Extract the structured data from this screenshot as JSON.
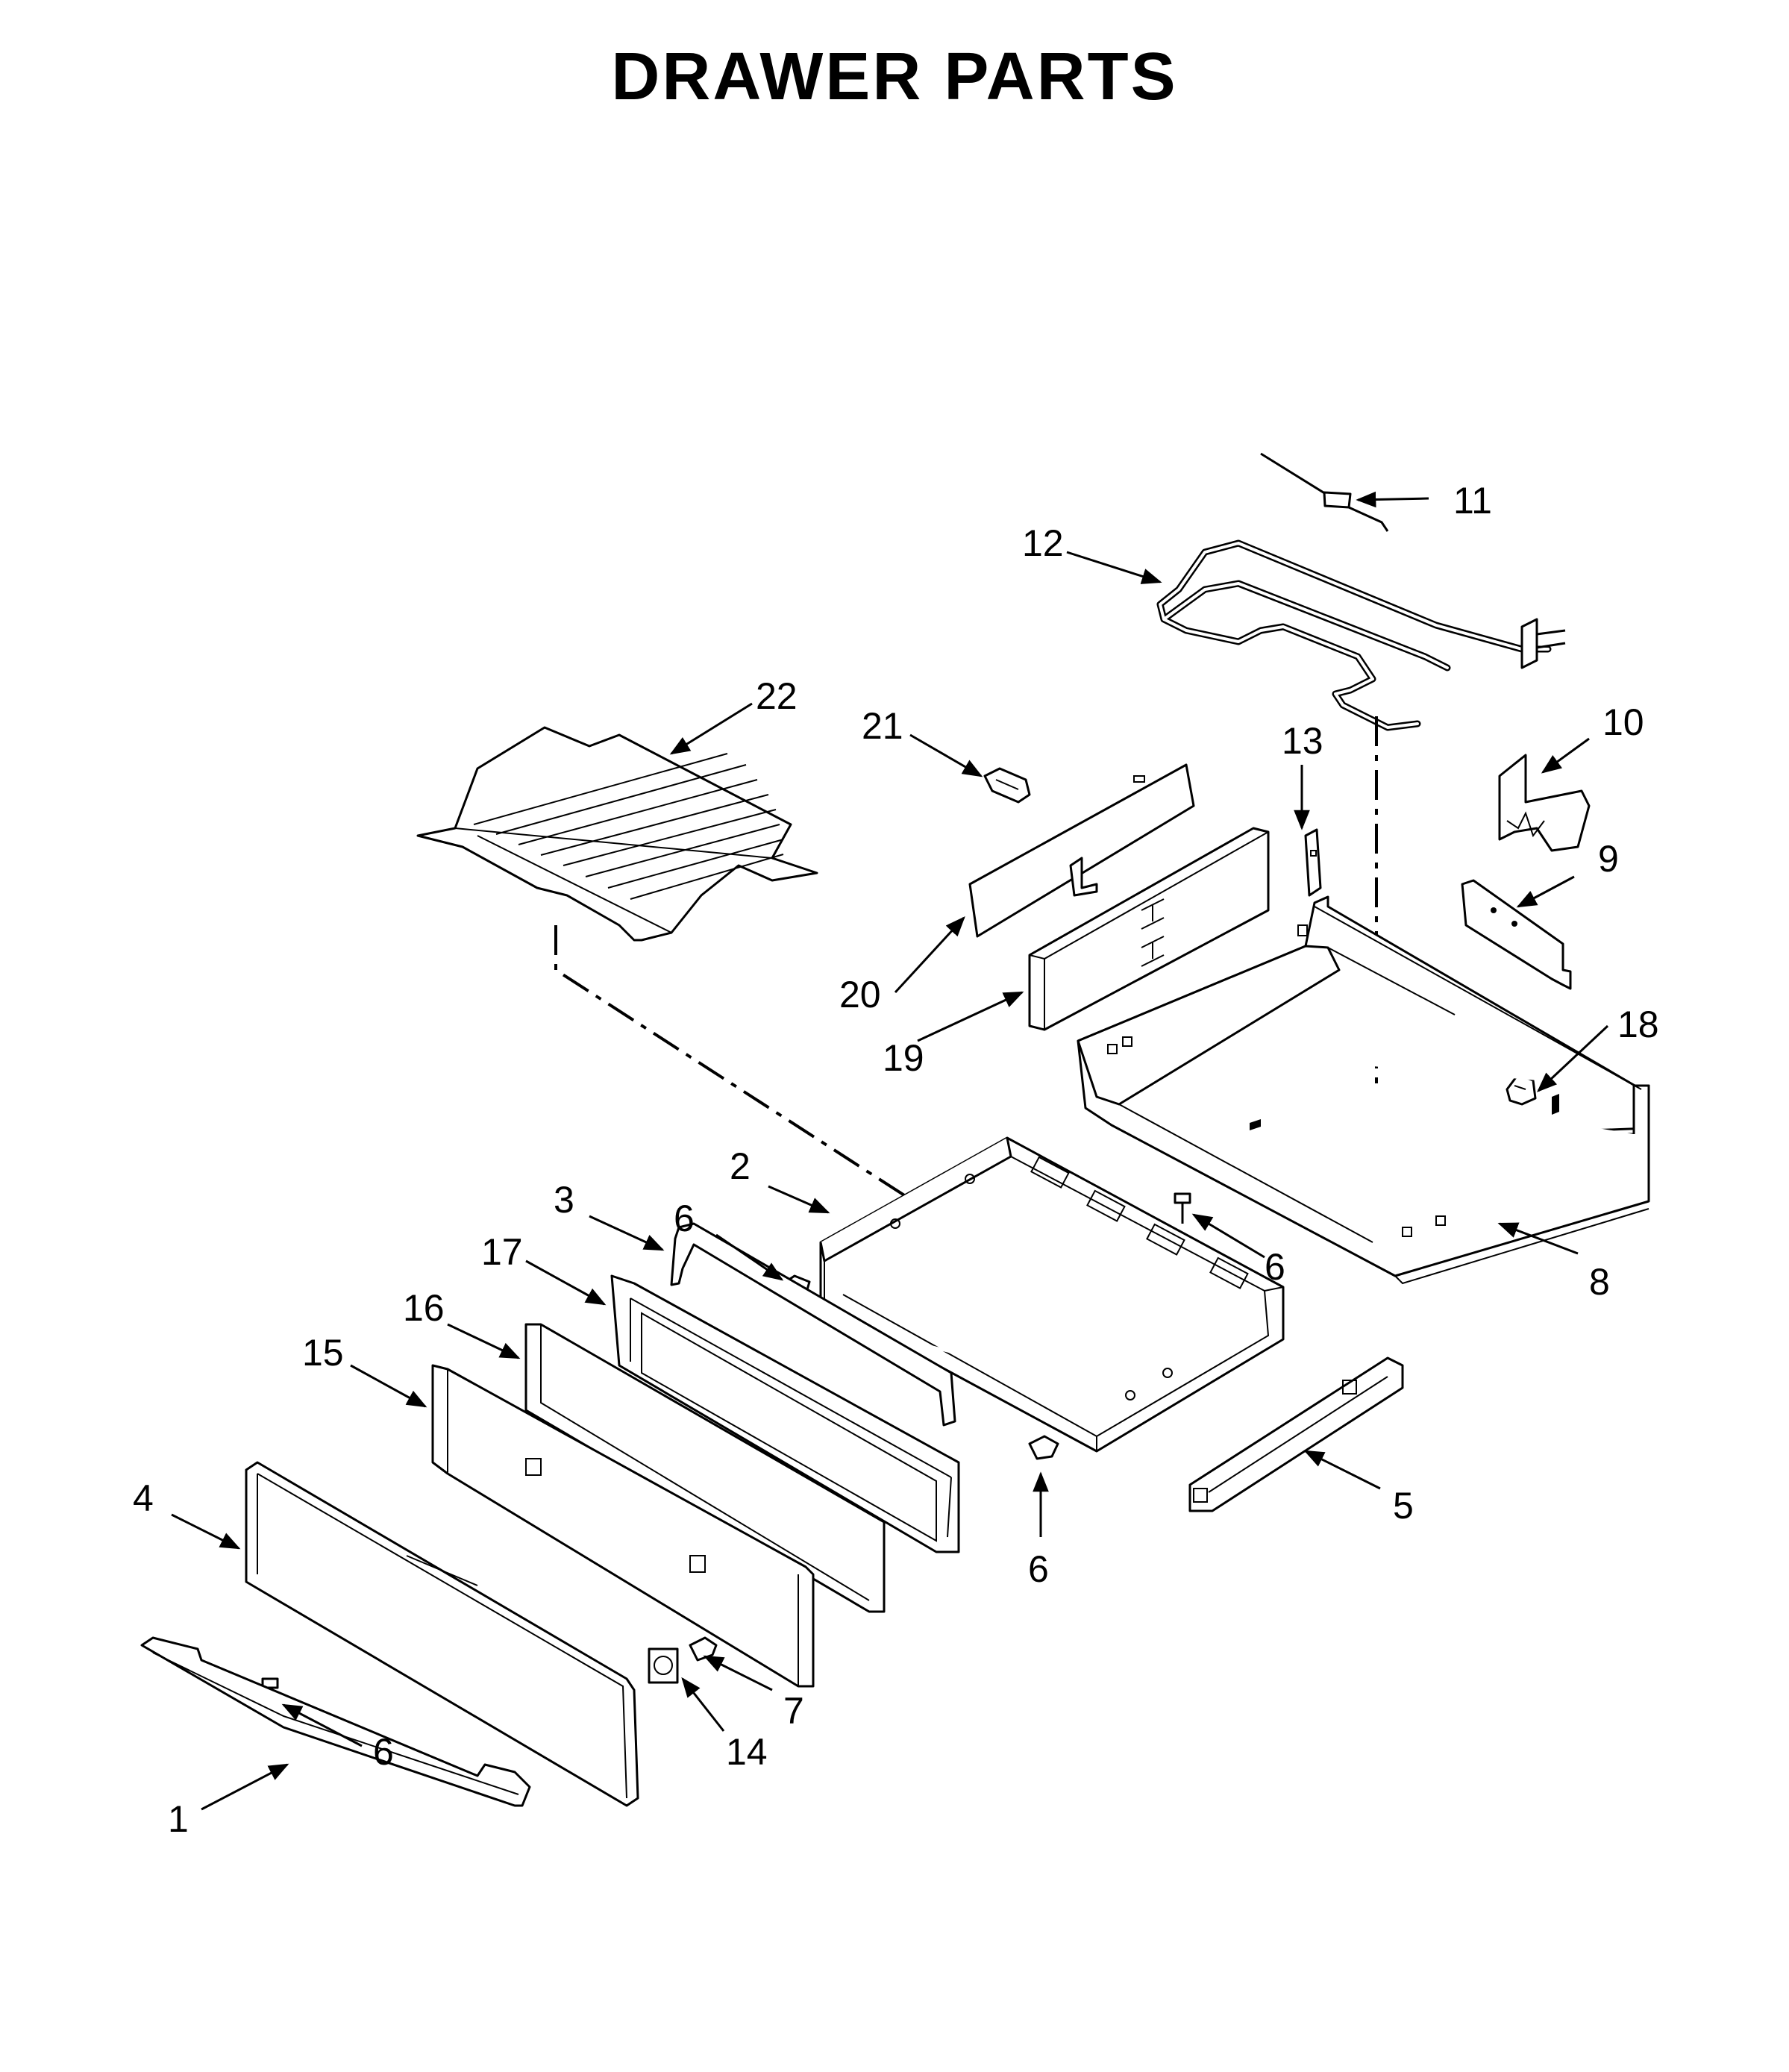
{
  "title": "DRAWER PARTS",
  "callouts": [
    {
      "id": "c1",
      "label": "1"
    },
    {
      "id": "c2",
      "label": "2"
    },
    {
      "id": "c3",
      "label": "3"
    },
    {
      "id": "c4",
      "label": "4"
    },
    {
      "id": "c5",
      "label": "5"
    },
    {
      "id": "c6a",
      "label": "6"
    },
    {
      "id": "c6b",
      "label": "6"
    },
    {
      "id": "c6c",
      "label": "6"
    },
    {
      "id": "c6d",
      "label": "6"
    },
    {
      "id": "c7",
      "label": "7"
    },
    {
      "id": "c8",
      "label": "8"
    },
    {
      "id": "c9",
      "label": "9"
    },
    {
      "id": "c10",
      "label": "10"
    },
    {
      "id": "c11",
      "label": "11"
    },
    {
      "id": "c12",
      "label": "12"
    },
    {
      "id": "c13",
      "label": "13"
    },
    {
      "id": "c14",
      "label": "14"
    },
    {
      "id": "c15",
      "label": "15"
    },
    {
      "id": "c16",
      "label": "16"
    },
    {
      "id": "c17",
      "label": "17"
    },
    {
      "id": "c18",
      "label": "18"
    },
    {
      "id": "c19",
      "label": "19"
    },
    {
      "id": "c20",
      "label": "20"
    },
    {
      "id": "c21",
      "label": "21"
    },
    {
      "id": "c22",
      "label": "22"
    }
  ]
}
